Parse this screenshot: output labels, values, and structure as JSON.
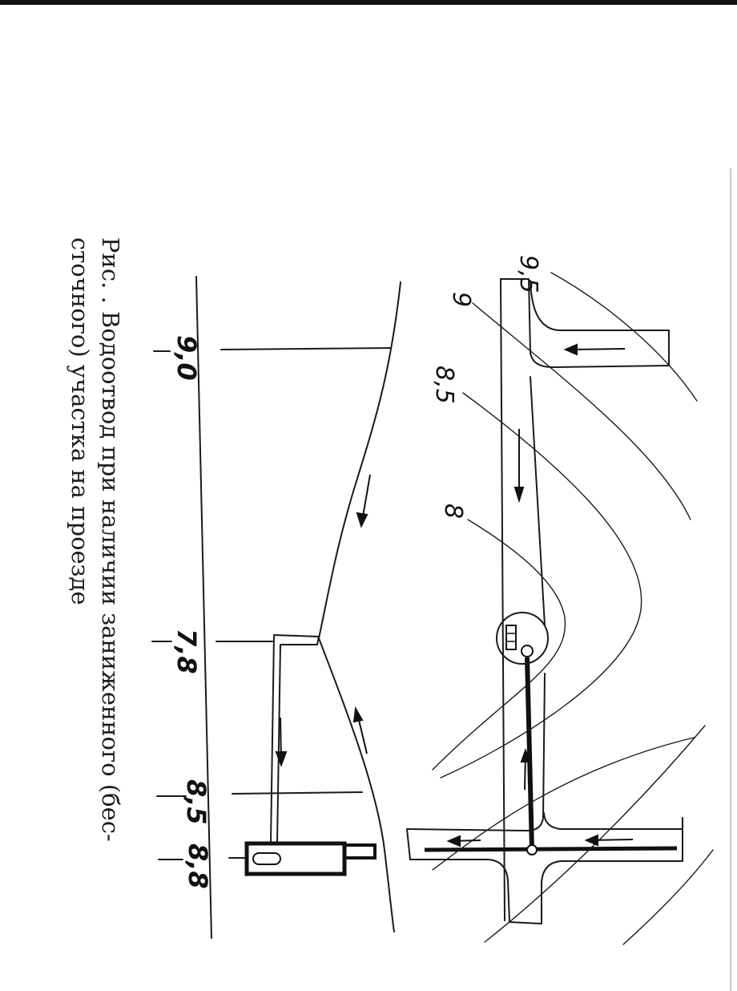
{
  "contours": {
    "c95": "9,5",
    "c9": "9",
    "c85": "8,5",
    "c8": "8"
  },
  "profile": {
    "m90": "9,0",
    "m78": "7,8",
    "m85": "8,5",
    "m88": "8,8"
  },
  "caption": {
    "line1": "Рис. . Водоотвод при наличии заниженного (бес-",
    "line2": "сточного) участка на проезде"
  }
}
